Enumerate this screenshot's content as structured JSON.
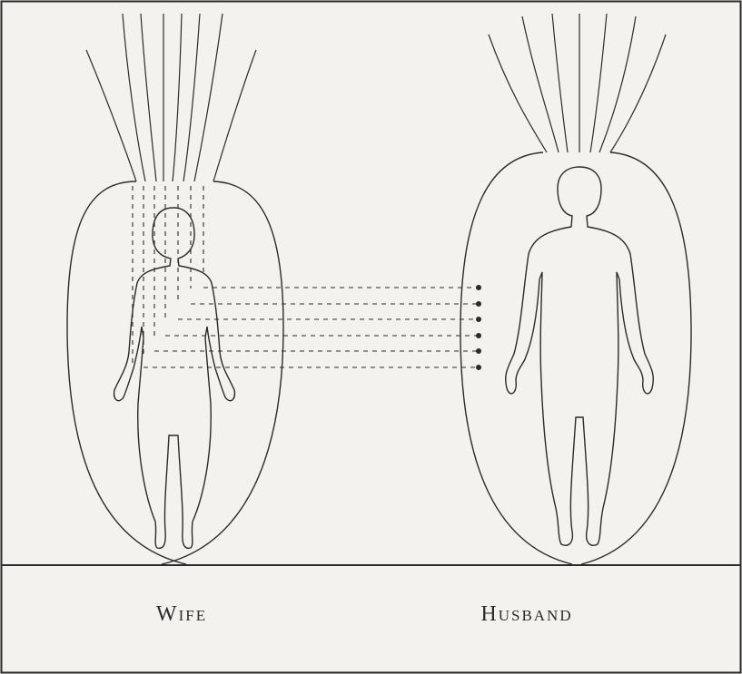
{
  "figure": {
    "labels": {
      "wife": "Wife",
      "husband": "Husband"
    },
    "colors": {
      "background": "#f3f2ef",
      "ink": "#2b2b2b"
    },
    "connections": {
      "count": 6,
      "style": "dashed",
      "endpoint": "dot"
    }
  }
}
